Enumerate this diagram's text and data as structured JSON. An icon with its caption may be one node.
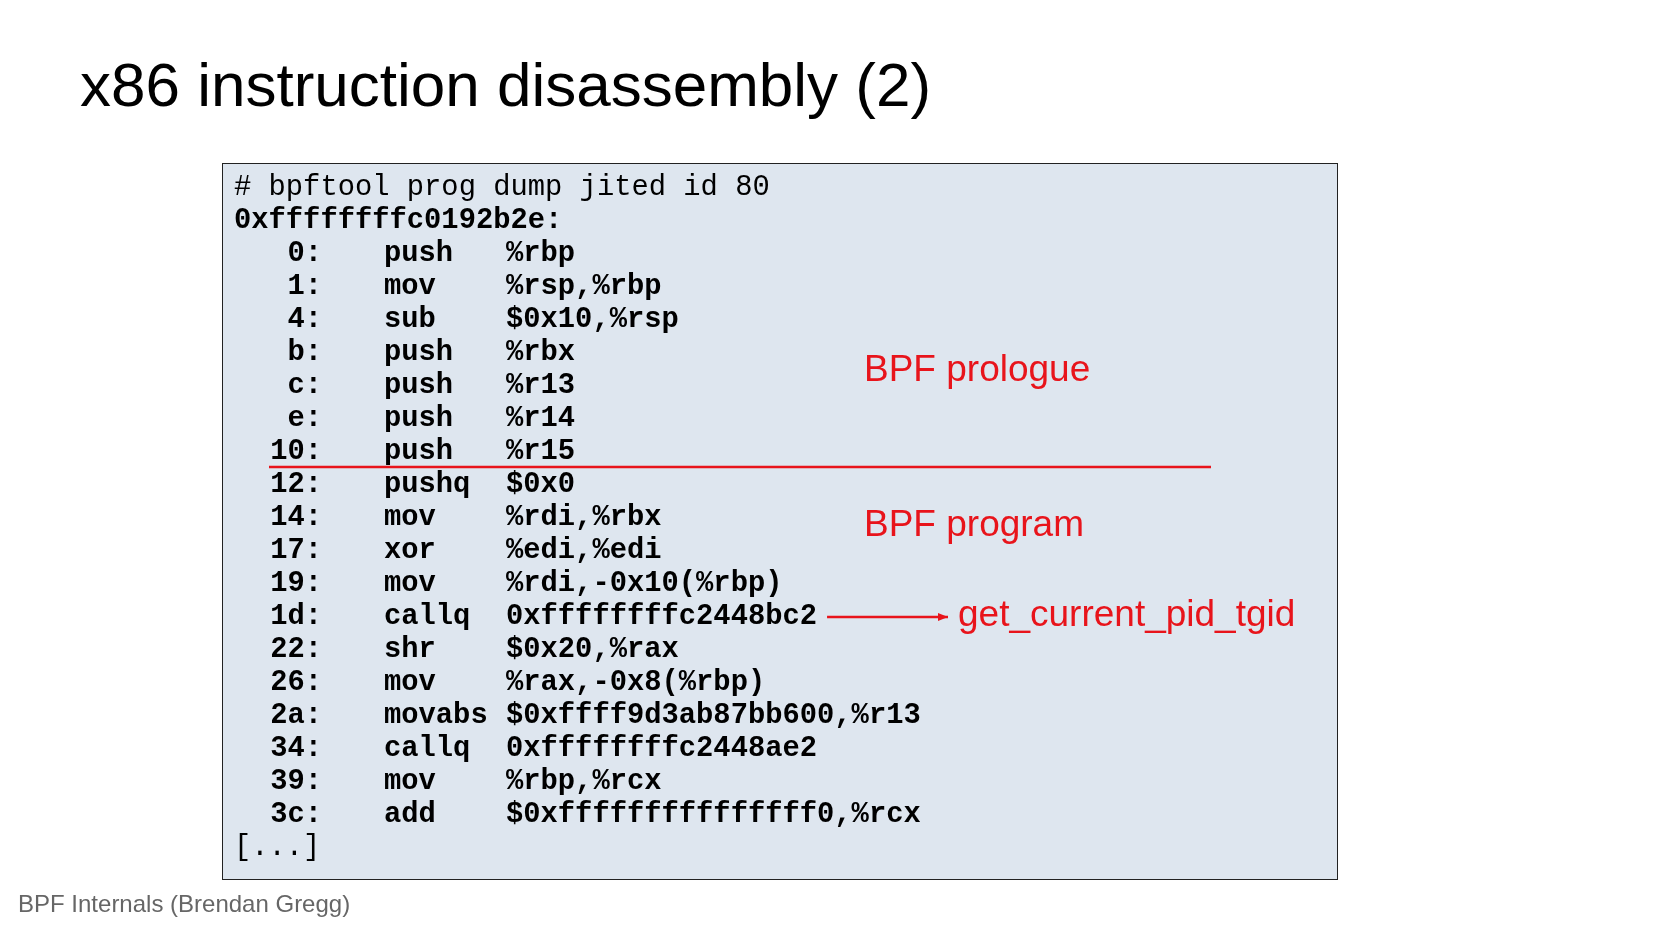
{
  "diagram": {
    "title": "x86 instruction disassembly (2)",
    "caption": "BPF Internals (Brendan Gregg)",
    "nodes": [
      {
        "text": [
          "0xffffffffc2448bc2"
        ]
      },
      {
        "text": [
          "get_current_pid_tgid"
        ]
      }
    ],
    "edges": [
      {
        "from": 0,
        "to": 1,
        "arrow": "to"
      }
    ],
    "labels": [
      "# bpftool prog dump jited id 80",
      "0xffffffffc0192b2e:",
      "0:",
      "push",
      "%rbp",
      "1:",
      "mov",
      "%rsp,%rbp",
      "4:",
      "sub",
      "$0x10,%rsp",
      "b:",
      "push",
      "%rbx",
      "c:",
      "push",
      "%r13",
      "e:",
      "push",
      "%r14",
      "10:",
      "push",
      "%r15",
      "12:",
      "pushq",
      "$0x0",
      "14:",
      "mov",
      "%rdi,%rbx",
      "17:",
      "xor",
      "%edi,%edi",
      "19:",
      "mov",
      "%rdi,-0x10(%rbp)",
      "1d:",
      "callq",
      "22:",
      "shr",
      "$0x20,%rax",
      "26:",
      "mov",
      "%rax,-0x8(%rbp)",
      "2a:",
      "movabs",
      "$0xffff9d3ab87bb600,%r13",
      "34:",
      "callq",
      "0xffffffffc2448ae2",
      "39:",
      "mov",
      "%rbp,%rcx",
      "3c:",
      "add",
      "$0xfffffffffffffff0,%rcx",
      "[...]",
      "BPF prologue",
      "BPF program"
    ]
  }
}
